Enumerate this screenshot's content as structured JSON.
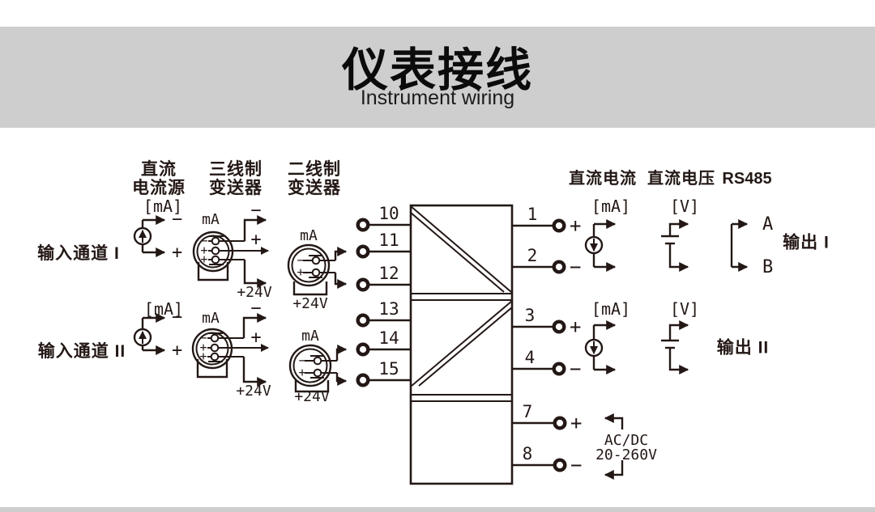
{
  "colors": {
    "ink": "#231815",
    "band": "#cecece"
  },
  "header": {
    "title": "仪表接线",
    "subtitle": "Instrument wiring"
  },
  "columns": {
    "c1a": "直流",
    "c1b": "电流源",
    "c2a": "三线制",
    "c2b": "变送器",
    "c3a": "二线制",
    "c3b": "变送器"
  },
  "channels": {
    "ch1": "输入通道 I",
    "ch2": "输入通道 II"
  },
  "sym": {
    "ma_br": "[mA]",
    "v_br": "[V]",
    "ma": "mA",
    "p24": "+24V",
    "plus": "+",
    "minus": "−",
    "a": "A",
    "b": "B"
  },
  "terminals": {
    "l": [
      "10",
      "11",
      "12",
      "13",
      "14",
      "15"
    ],
    "r": [
      "1",
      "2",
      "3",
      "4"
    ],
    "p": [
      "7",
      "8"
    ]
  },
  "right": {
    "h1": "直流电流",
    "h2": "直流电压",
    "h3": "RS485",
    "out1": "输出 I",
    "out2": "输出 II",
    "ac1": "AC/DC",
    "ac2": "20-260V"
  }
}
